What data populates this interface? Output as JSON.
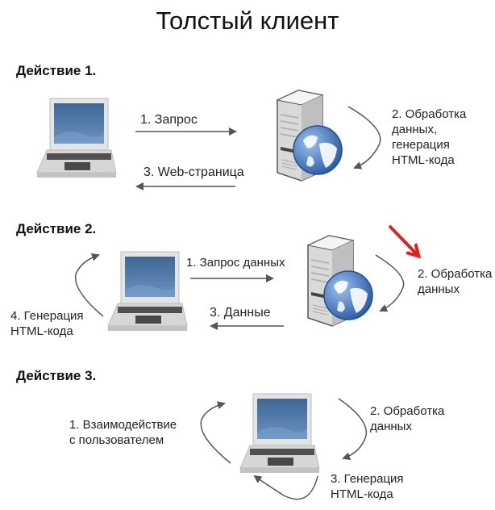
{
  "title": "Толстый клиент",
  "actions": [
    {
      "heading": "Действие 1.",
      "labels": {
        "request": "1. Запрос",
        "processing": "2. Обработка\nданных,\nгенерация\nHTML-кода",
        "response": "3. Web-страница"
      }
    },
    {
      "heading": "Действие 2.",
      "labels": {
        "request": "1. Запрос данных",
        "processing": "2. Обработка\nданных",
        "response": "3. Данные",
        "generation": "4. Генерация\nHTML-кода"
      },
      "highlight_arrow_color": "#e02020"
    },
    {
      "heading": "Действие 3.",
      "labels": {
        "interaction": "1. Взаимодействие\nс пользователем",
        "processing": "2. Обработка\nданных",
        "generation": "3. Генерация\nHTML-кода"
      }
    }
  ],
  "colors": {
    "arrow": "#555555",
    "screen": "#4f78a8",
    "laptop_body": "#d8d8d8",
    "globe": "#3b6fb6"
  }
}
